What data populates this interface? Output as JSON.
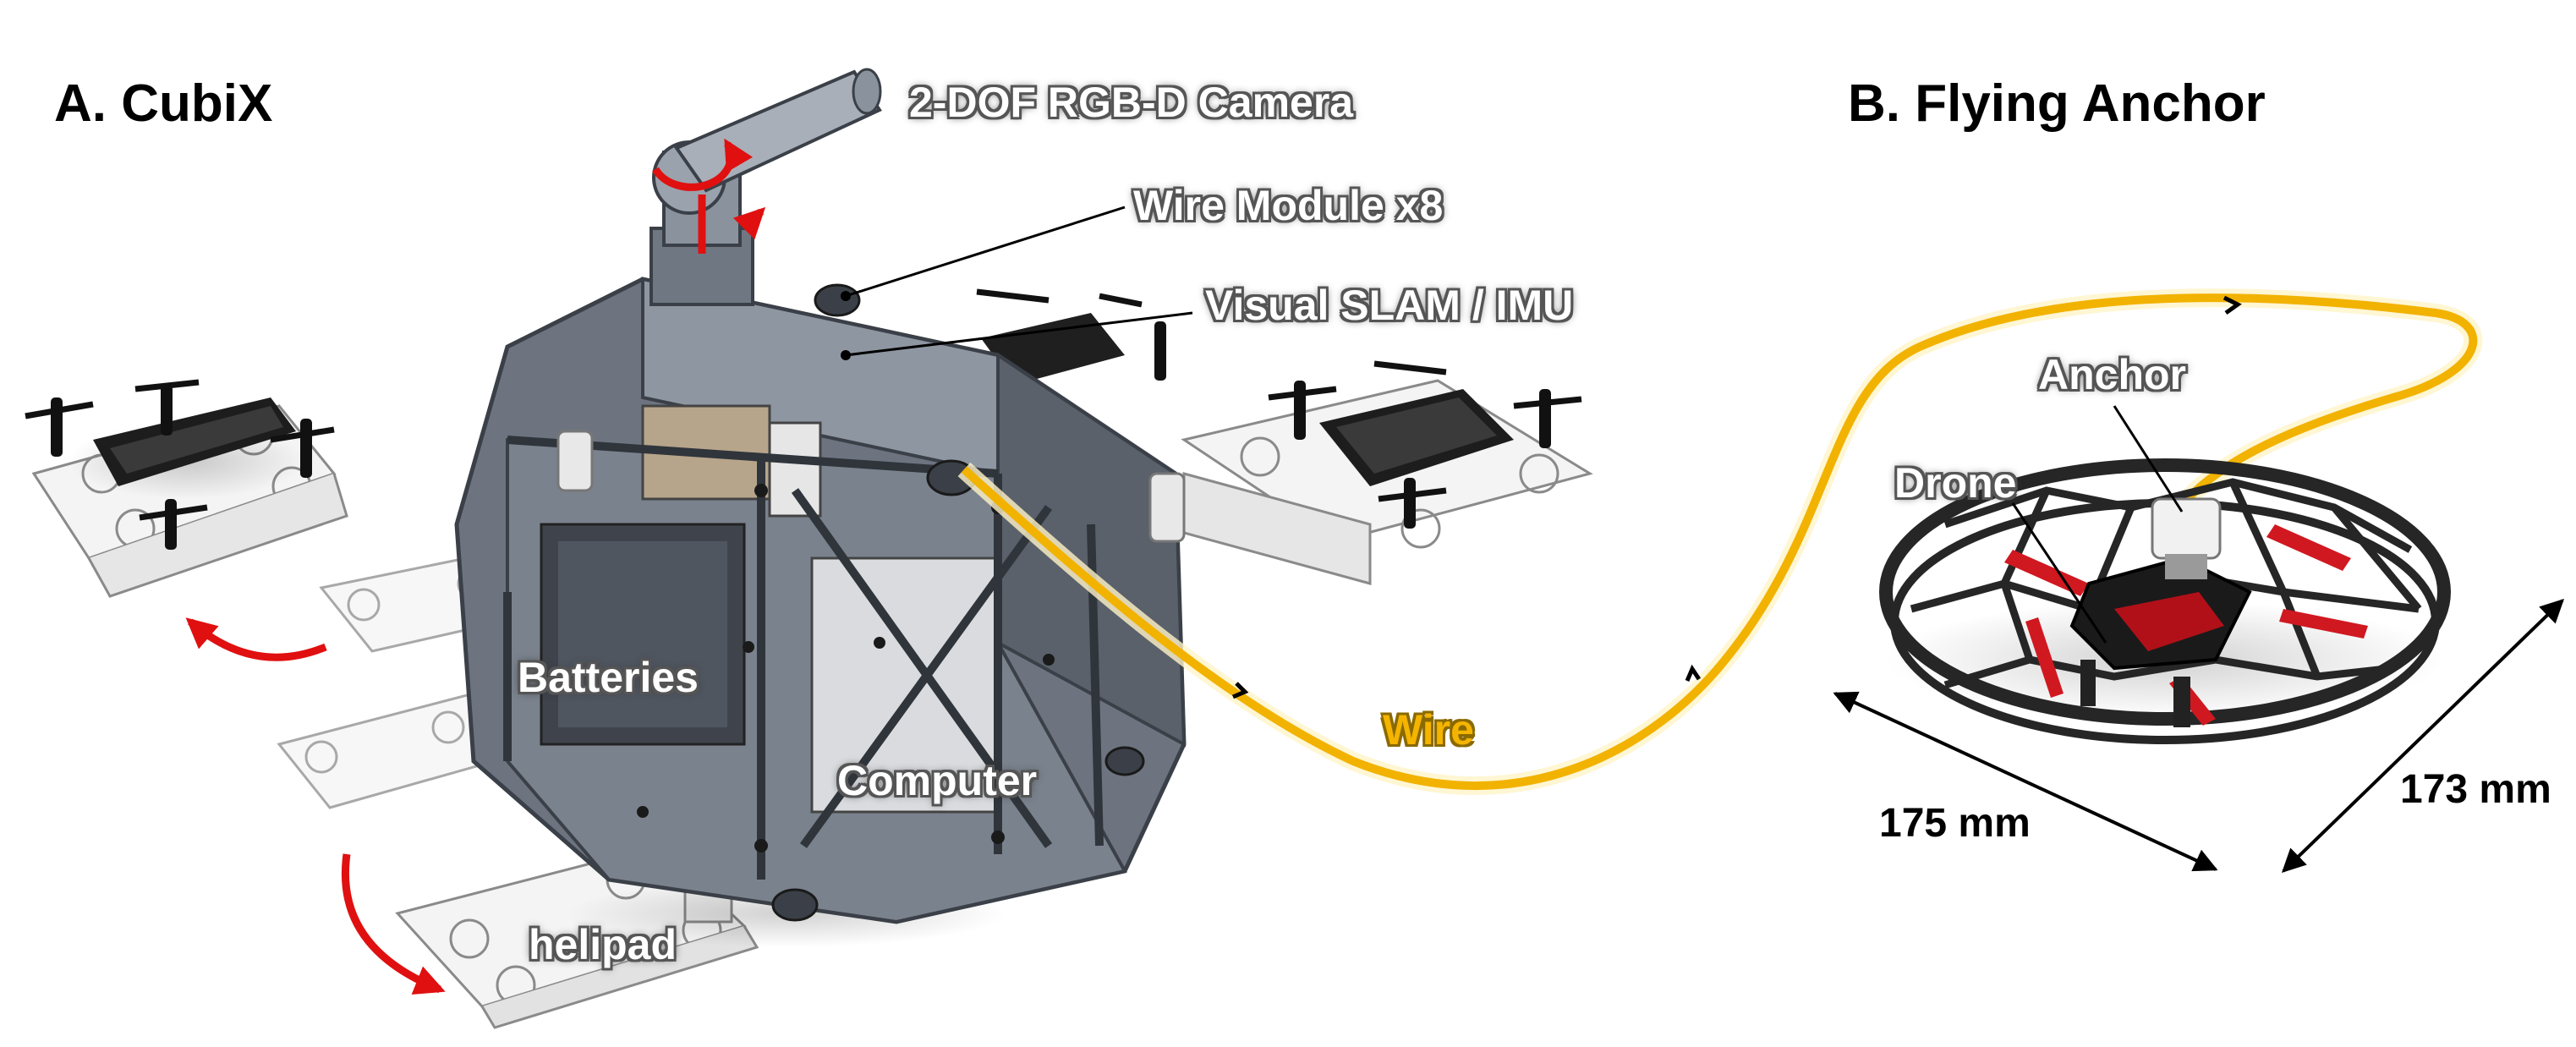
{
  "panel_a": {
    "title": "A. CubiX",
    "labels": {
      "camera": "2-DOF RGB-D Camera",
      "wire_module": "Wire Module x8",
      "slam": "Visual SLAM / IMU",
      "batteries": "Batteries",
      "computer": "Computer",
      "helipad": "helipad",
      "wire": "Wire"
    }
  },
  "panel_b": {
    "title": "B. Flying Anchor",
    "labels": {
      "anchor": "Anchor",
      "drone": "Drone",
      "width": "175 mm",
      "depth": "173 mm"
    }
  },
  "colors": {
    "wire": "#f2b200",
    "motion_arrow": "#e01010",
    "frame": "#5d6470",
    "propeller": "#d01820"
  }
}
